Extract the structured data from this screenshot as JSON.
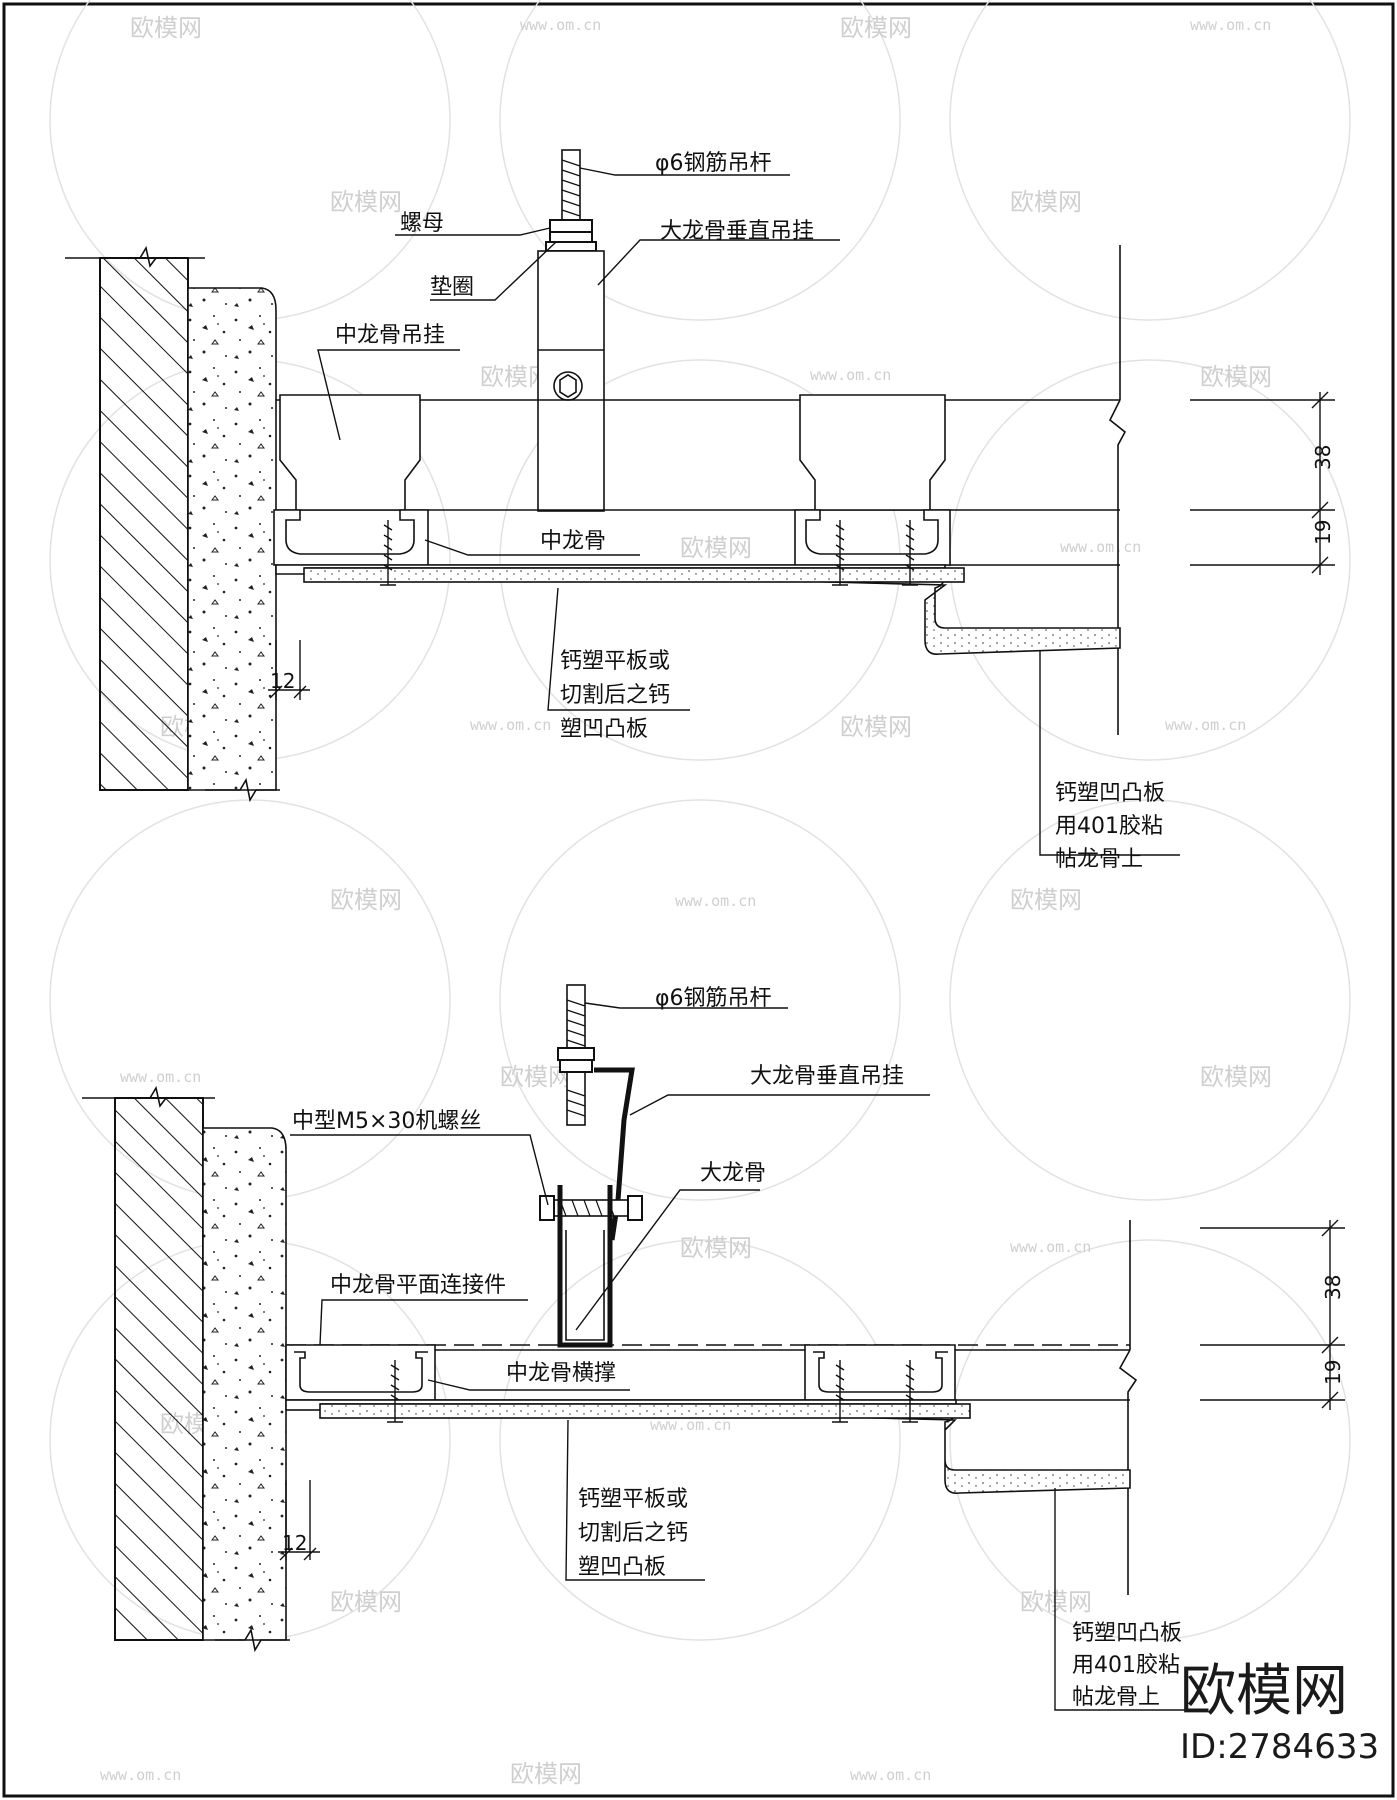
{
  "detail_top": {
    "rod": "φ6钢筋吊杆",
    "nut": "螺母",
    "washer": "垫圈",
    "main_hanger": "大龙骨垂直吊挂",
    "mid_hanger": "中龙骨吊挂",
    "mid_keel": "中龙骨",
    "board_line1": "钙塑平板或",
    "board_line2": "切割后之钙",
    "board_line3": "塑凹凸板",
    "glue_line1": "钙塑凹凸板",
    "glue_line2": "用401胶粘",
    "glue_line3": "帖龙骨上",
    "dim_38": "38",
    "dim_19": "19",
    "dim_12": "12"
  },
  "detail_bottom": {
    "rod": "φ6钢筋吊杆",
    "main_hanger": "大龙骨垂直吊挂",
    "bolt": "中型M5×30机螺丝",
    "main_keel": "大龙骨",
    "connector": "中龙骨平面连接件",
    "brace": "中龙骨横撑",
    "board_line1": "钙塑平板或",
    "board_line2": "切割后之钙",
    "board_line3": "塑凹凸板",
    "glue_line1": "钙塑凹凸板",
    "glue_line2": "用401胶粘",
    "glue_line3": "帖龙骨上",
    "dim_38": "38",
    "dim_19": "19",
    "dim_12": "12"
  },
  "watermark": {
    "brand": "欧模网",
    "url": "www.om.cn"
  },
  "branding": {
    "name": "欧模网",
    "id": "ID:2784633"
  }
}
